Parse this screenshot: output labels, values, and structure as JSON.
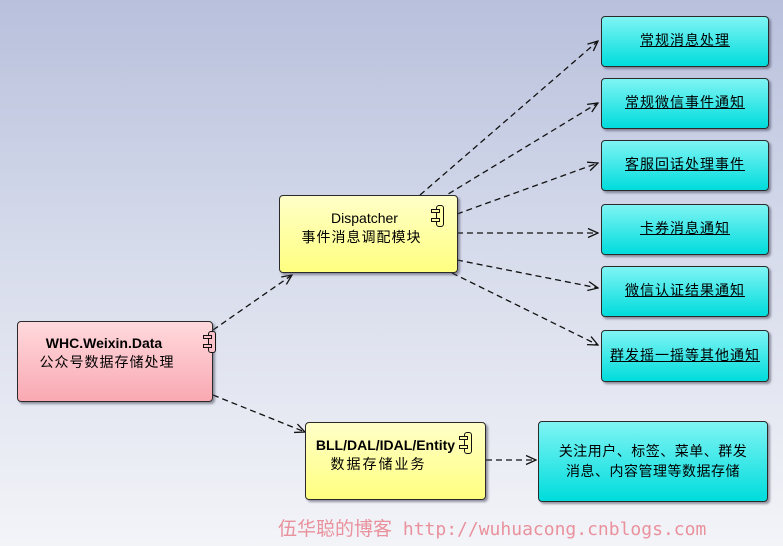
{
  "nodes": {
    "data": {
      "title": "WHC.Weixin.Data",
      "subtitle": "公众号数据存储处理",
      "icon": "component-icon"
    },
    "dispatcher": {
      "title": "Dispatcher",
      "subtitle": "事件消息调配模块",
      "icon": "component-icon"
    },
    "bll": {
      "title": "BLL/DAL/IDAL/Entity",
      "subtitle": "数据存储业务",
      "icon": "component-icon"
    },
    "targets": [
      {
        "label": "常规消息处理"
      },
      {
        "label": "常规微信事件通知"
      },
      {
        "label": "客服回话处理事件"
      },
      {
        "label": "卡券消息通知"
      },
      {
        "label": "微信认证结果通知"
      },
      {
        "label": "群发摇一摇等其他通知"
      }
    ],
    "storage": {
      "line1": "关注用户、标签、菜单、群发",
      "line2": "消息、内容管理等数据存储"
    }
  },
  "watermark": {
    "name": "伍华聪的博客",
    "url": "http://wuhuacong.cnblogs.com"
  },
  "colors": {
    "component_yellow": "#ffff80",
    "component_pink": "#f9a9b2",
    "target_cyan": "#00dcdc",
    "edge": "#111111",
    "watermark": "#e9919d"
  }
}
